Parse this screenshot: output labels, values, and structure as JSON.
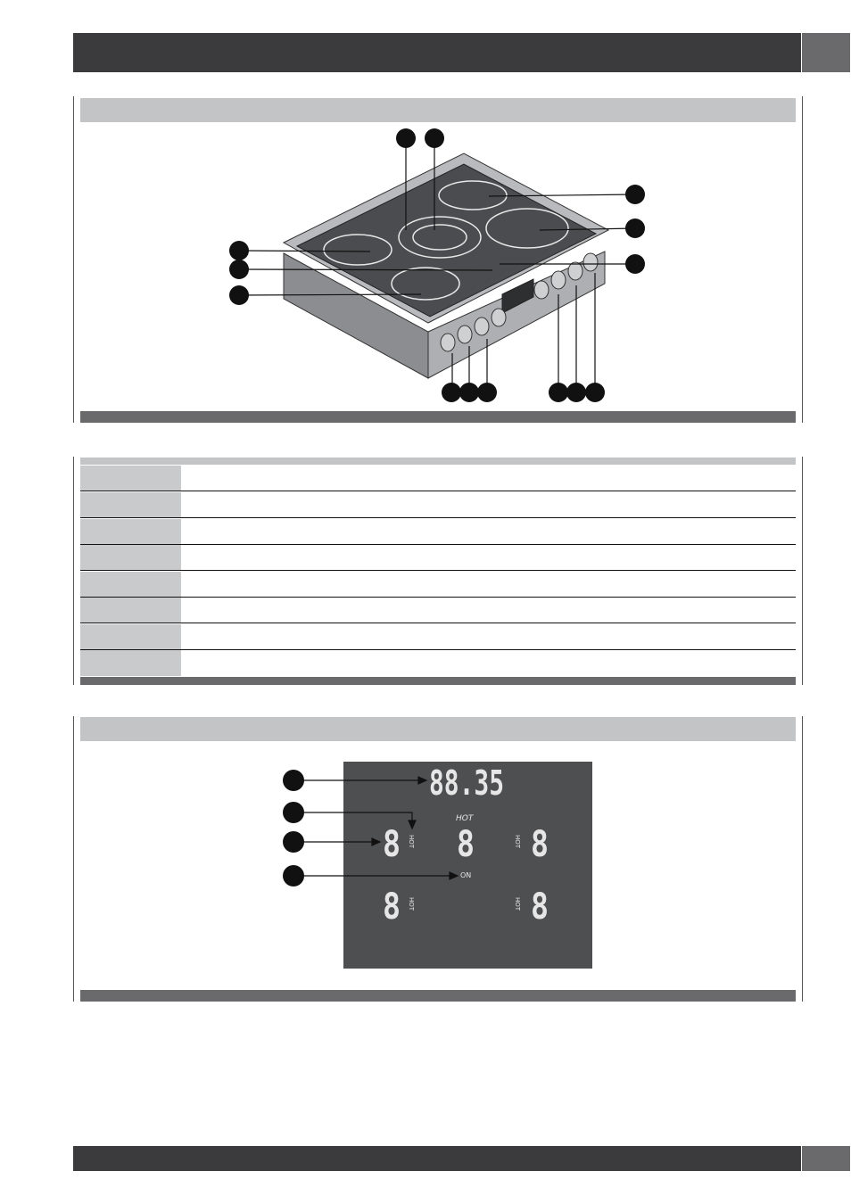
{
  "header": {
    "title": "",
    "page_tab": ""
  },
  "footer": {
    "text": "",
    "page_number": ""
  },
  "section_cooktop": {
    "heading": "",
    "callout_count_top": 2,
    "callout_count_right": 3,
    "callout_count_left": 3,
    "callout_count_bottom": 6
  },
  "section_specs": {
    "rows": [
      {
        "label": "",
        "value": ""
      },
      {
        "label": "",
        "value": ""
      },
      {
        "label": "",
        "value": ""
      },
      {
        "label": "",
        "value": ""
      },
      {
        "label": "",
        "value": ""
      },
      {
        "label": "",
        "value": ""
      },
      {
        "label": "",
        "value": ""
      },
      {
        "label": "",
        "value": ""
      }
    ]
  },
  "section_display": {
    "heading": "",
    "clock_text": "88.35",
    "digit": "8",
    "hot_label": "HOT",
    "on_label": "ON",
    "colors": {
      "display_bg": "#4e4f51",
      "segment": "#e6e6e6"
    }
  }
}
